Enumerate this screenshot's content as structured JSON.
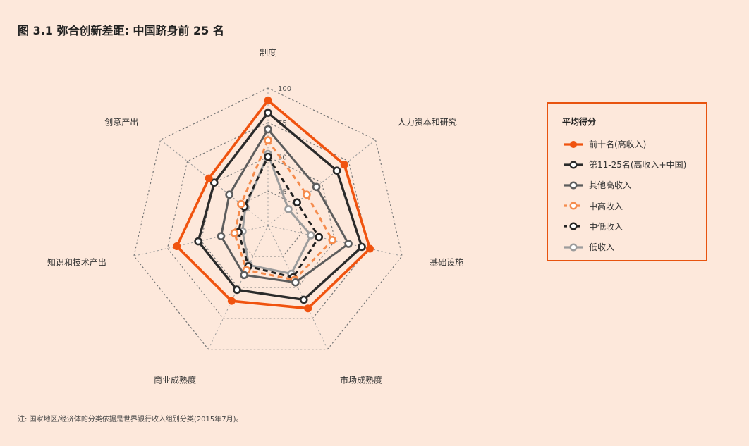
{
  "title": "图 3.1 弥合创新差距: 中国跻身前 25 名",
  "footnote": "注: 国家地区/经济体的分类依据是世界银行收入组别分类(2015年7月)。",
  "legend": {
    "title": "平均得分"
  },
  "chart_data": {
    "type": "radar",
    "title": "图 3.1 弥合创新差距: 中国跻身前 25 名",
    "axes": [
      "制度",
      "人力资本和研究",
      "基础设施",
      "市场成熟度",
      "商业成熟度",
      "知识和技术产出",
      "创意产出"
    ],
    "range": [
      0,
      100
    ],
    "ticks": [
      25,
      50,
      75,
      100
    ],
    "grid": true,
    "legend_position": "right",
    "series": [
      {
        "name": "前十名(高收入)",
        "values": [
          91,
          71,
          76,
          67,
          61,
          68,
          55
        ],
        "color": "#f0530f",
        "dashed": false,
        "width": 3.6
      },
      {
        "name": "第11-25名(高收入+中国)",
        "values": [
          82,
          64,
          70,
          60,
          52,
          52,
          50
        ],
        "color": "#2b2b2b",
        "dashed": false,
        "width": 3.4
      },
      {
        "name": "其他高收入",
        "values": [
          70,
          45,
          60,
          46,
          40,
          35,
          36
        ],
        "color": "#5d5d5d",
        "dashed": false,
        "width": 3.0
      },
      {
        "name": "中高收入",
        "values": [
          62,
          36,
          48,
          44,
          36,
          25,
          25
        ],
        "color": "#f58b4c",
        "dashed": true,
        "width": 3.0
      },
      {
        "name": "中低收入",
        "values": [
          50,
          27,
          38,
          42,
          33,
          22,
          22
        ],
        "color": "#222222",
        "dashed": true,
        "width": 3.0
      },
      {
        "name": "低收入",
        "values": [
          52,
          19,
          32,
          39,
          32,
          19,
          21
        ],
        "color": "#9c9c9c",
        "dashed": false,
        "width": 3.0
      }
    ]
  }
}
